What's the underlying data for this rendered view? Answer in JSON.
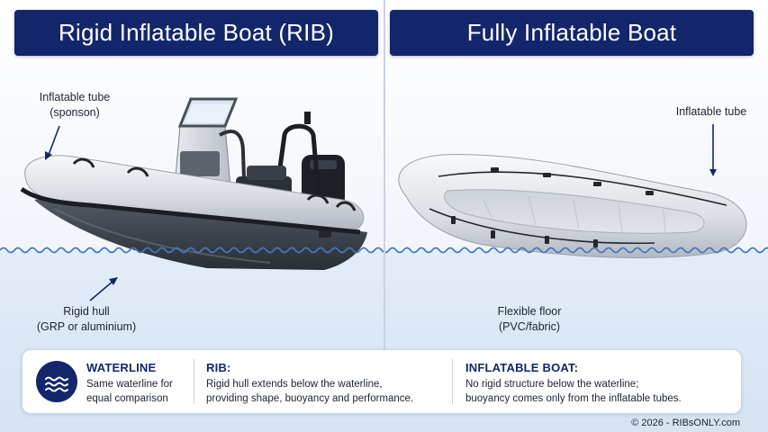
{
  "headers": {
    "rib": "Rigid Inflatable Boat (RIB)",
    "inflatable": "Fully Inflatable Boat"
  },
  "labels": {
    "rib_tube": [
      "Inflatable tube",
      "(sponson)"
    ],
    "rib_hull": [
      "Rigid hull",
      "(GRP or aluminium)"
    ],
    "inf_tube": [
      "Inflatable tube"
    ],
    "inf_floor": [
      "Flexible floor",
      "(PVC/fabric)"
    ]
  },
  "info": {
    "waterline": {
      "title": "WATERLINE",
      "text": [
        "Same waterline for",
        "equal comparison"
      ],
      "icon": "waves-icon"
    },
    "rib": {
      "title": "RIB:",
      "text": [
        "Rigid hull extends below the waterline,",
        "providing shape, buoyancy and performance."
      ]
    },
    "inflatable": {
      "title": "INFLATABLE BOAT:",
      "text": [
        "No rigid structure below the waterline;",
        "buoyancy comes only from the inflatable tubes."
      ]
    }
  },
  "footer": {
    "copyright": "© 2026 - RIBsONLY.com"
  },
  "colors": {
    "navy": "#13266b",
    "water": "#dfe9f6",
    "waterline": "#3f78c7",
    "tube": "#dcdfe4",
    "hull": "#3a3f47"
  }
}
